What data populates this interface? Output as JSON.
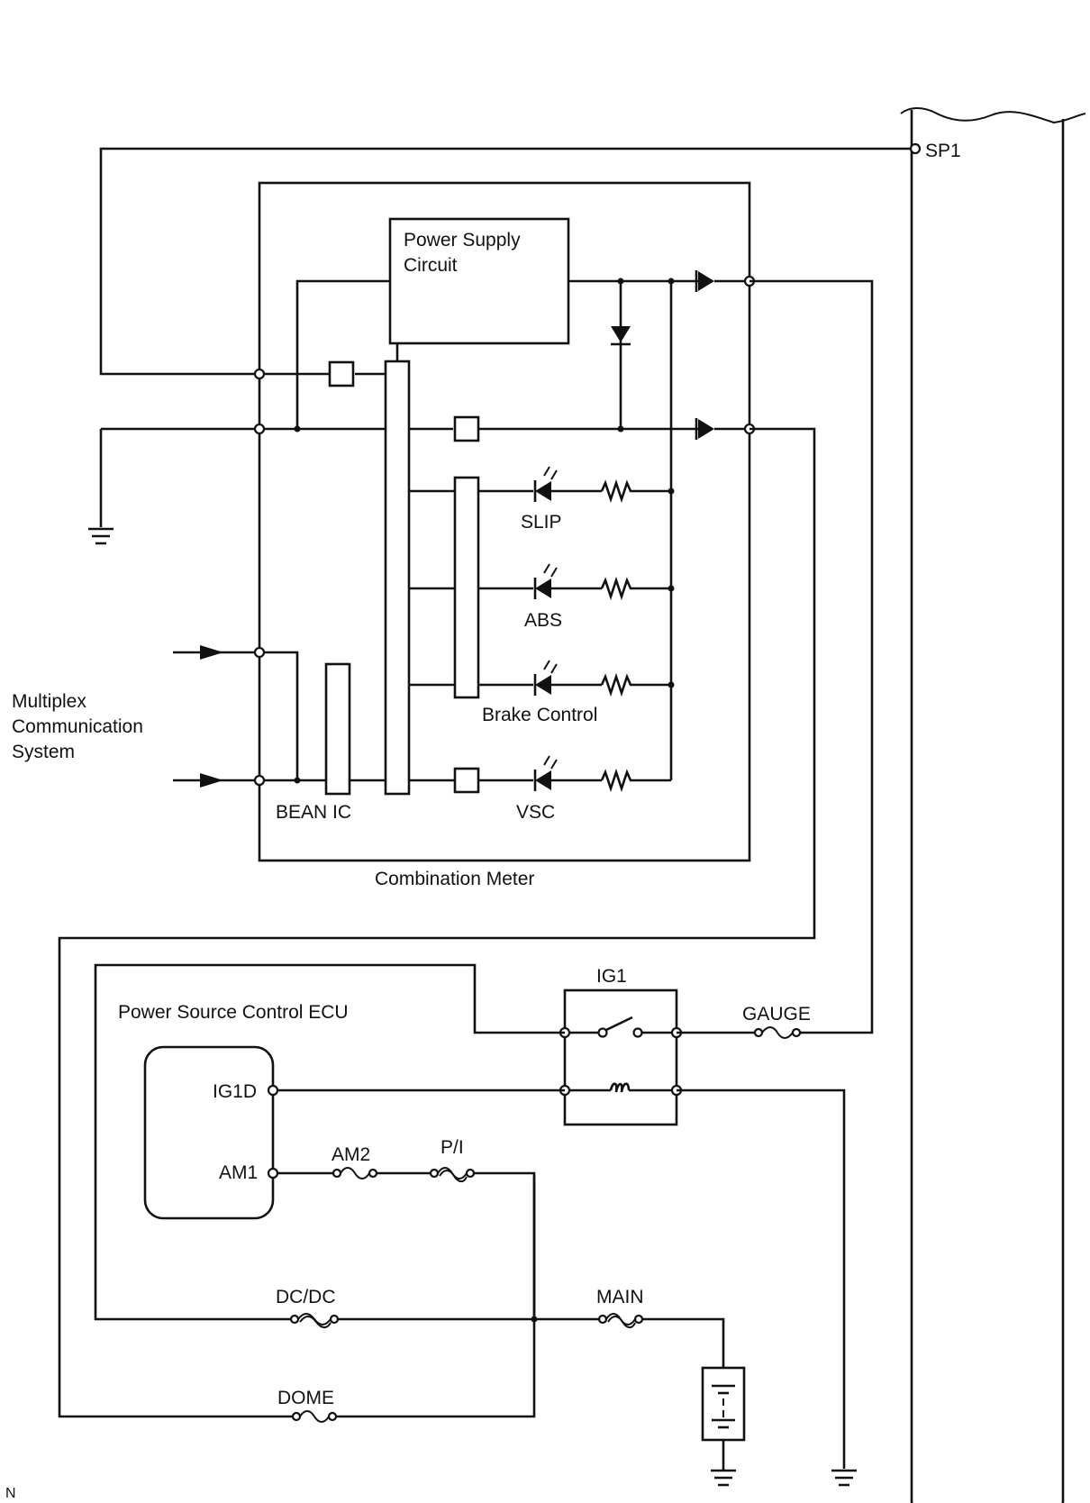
{
  "labels": {
    "sp1": "SP1",
    "power_supply_line1": "Power Supply",
    "power_supply_line2": "Circuit",
    "slip": "SLIP",
    "abs": "ABS",
    "brake_control": "Brake Control",
    "vsc": "VSC",
    "bean_ic": "BEAN IC",
    "combination_meter": "Combination Meter",
    "multiplex_line1": "Multiplex",
    "multiplex_line2": "Communication",
    "multiplex_line3": "System",
    "ig1": "IG1",
    "gauge": "GAUGE",
    "power_source_ecu": "Power Source Control ECU",
    "ig1d": "IG1D",
    "am1": "AM1",
    "am2": "AM2",
    "pi": "P/I",
    "dcdc": "DC/DC",
    "main": "MAIN",
    "dome": "DOME",
    "corner_mark": "N"
  }
}
